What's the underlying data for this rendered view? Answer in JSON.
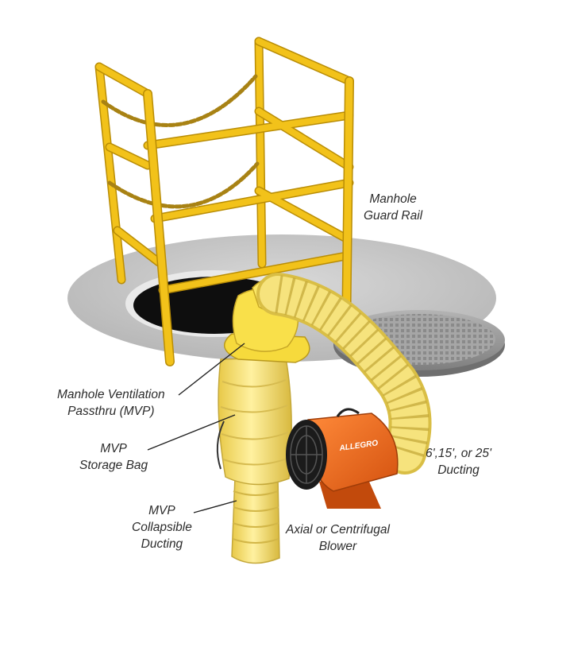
{
  "labels": {
    "guard_rail": [
      "Manhole",
      "Guard Rail"
    ],
    "mvp": [
      "Manhole Ventilation",
      "Passthru (MVP)"
    ],
    "storage_bag": [
      "MVP",
      "Storage Bag"
    ],
    "collapsible": [
      "MVP",
      "Collapsible",
      "Ducting"
    ],
    "ducting": [
      "6',15', or 25'",
      "Ducting"
    ],
    "blower": [
      "Axial or Centrifugal",
      "Blower"
    ]
  },
  "blower_brand": "ALLEGRO",
  "colors": {
    "rail": "#f2c21a",
    "rail_dark": "#b98d06",
    "duct": "#f7e26a",
    "duct_dark": "#cdb23a",
    "blower": "#f26a1b",
    "shadow": "#cfcfcf",
    "cover": "#9a9a9a"
  }
}
